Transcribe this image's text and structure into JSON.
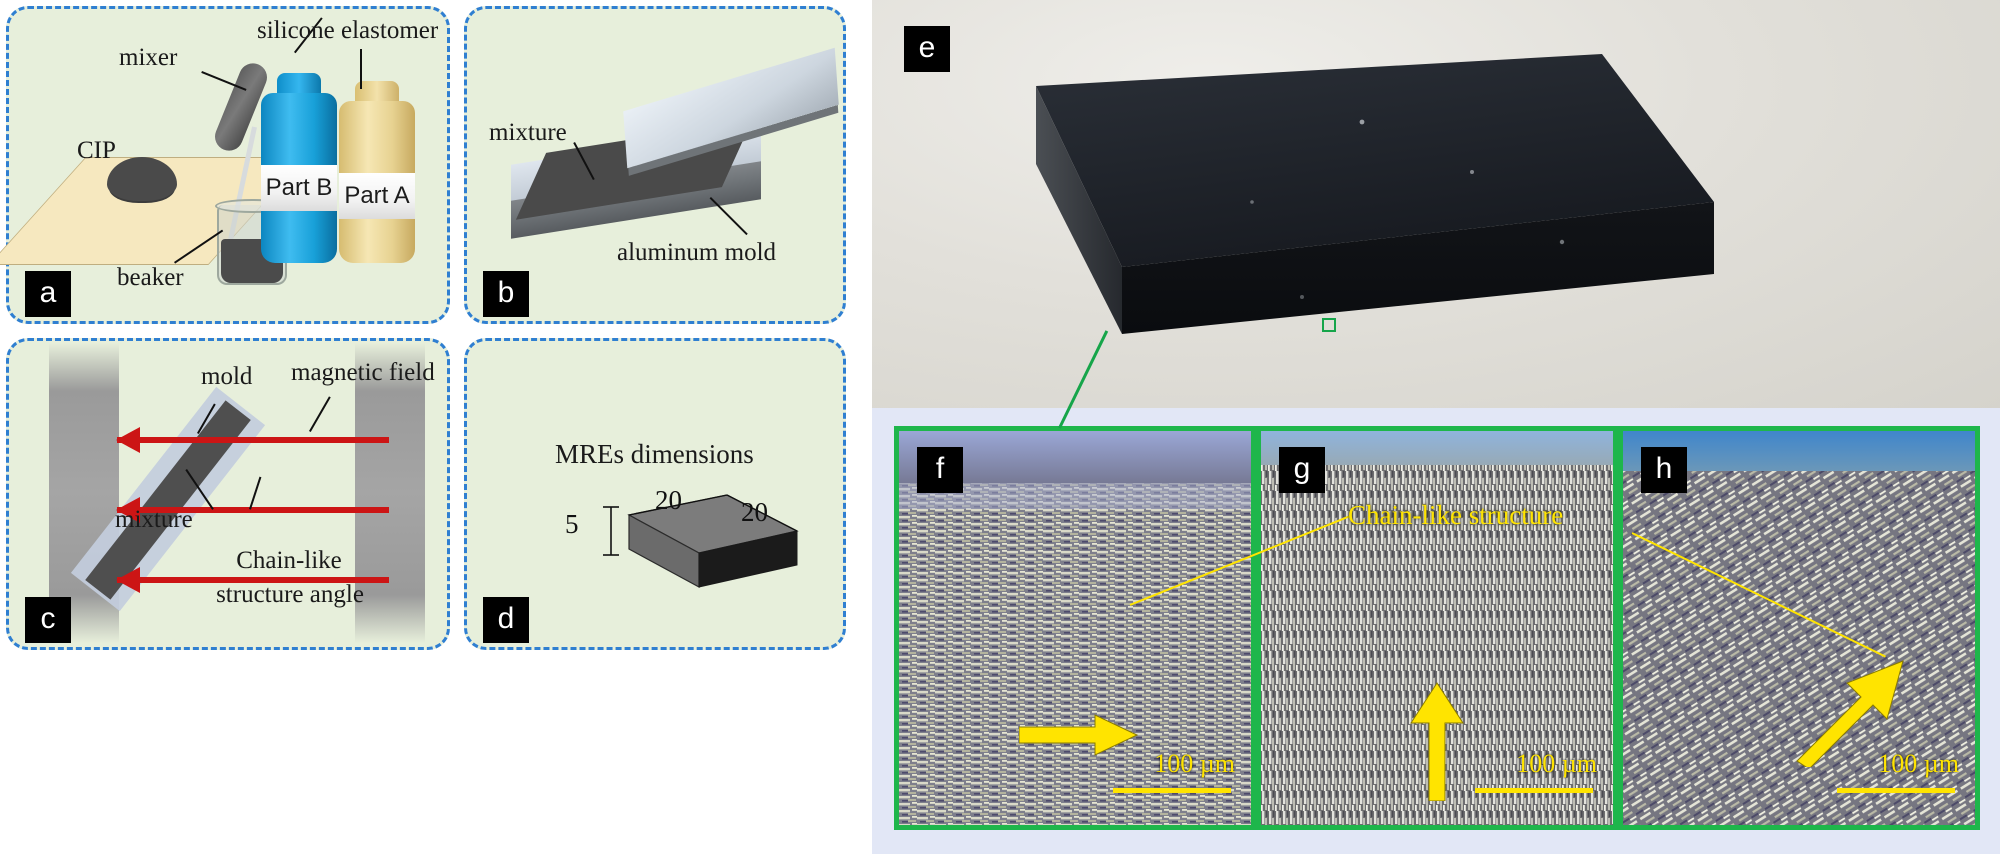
{
  "figure": {
    "panels": {
      "a": {
        "tag": "a",
        "labels": {
          "cip": "CIP",
          "mixer": "mixer",
          "beaker": "beaker",
          "silicone_elastomer": "silicone elastomer",
          "part_b": "Part B",
          "part_a": "Part A"
        }
      },
      "b": {
        "tag": "b",
        "labels": {
          "mixture": "mixture",
          "aluminum_mold": "aluminum mold"
        }
      },
      "c": {
        "tag": "c",
        "labels": {
          "mold": "mold",
          "magnetic_field": "magnetic field",
          "mixture": "mixture",
          "chain_angle_line1": "Chain-like",
          "chain_angle_line2": "structure angle"
        }
      },
      "d": {
        "tag": "d",
        "labels": {
          "title": "MREs  dimensions",
          "thickness": "5",
          "width": "20",
          "depth": "20"
        }
      },
      "e": {
        "tag": "e"
      },
      "f": {
        "tag": "f",
        "scalebar": "100 µm"
      },
      "g": {
        "tag": "g",
        "scalebar": "100 µm"
      },
      "h": {
        "tag": "h",
        "scalebar": "100 µm"
      },
      "fgh": {
        "chain_label": "Chain-like structure"
      }
    },
    "colors": {
      "panel_background": "#e7efdb",
      "panel_border": "#2f7fd1",
      "field_arrow": "#cc1515",
      "micro_border": "#1eb64b",
      "annotation_yellow": "#ffe400",
      "bottle_b": "#3fbcf0",
      "bottle_a": "#f6e7b4",
      "tag_background": "#000000",
      "fgh_background": "#e2e7f6"
    }
  }
}
